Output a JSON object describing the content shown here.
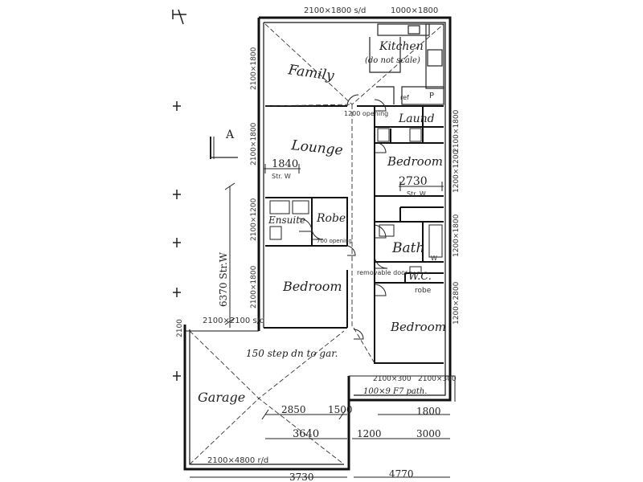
{
  "rooms": {
    "family": "Family",
    "kitchen": "Kitchen",
    "kitchen_note": "(do not scale)",
    "lounge": "Lounge",
    "laundry": "Laund",
    "bedroom_right_top": "Bedroom",
    "ensuite": "Ensuite",
    "robe": "Robe",
    "bath": "Bath",
    "wc": "W.C.",
    "bedroom_left": "Bedroom",
    "bedroom_right_bottom": "Bedroom",
    "garage": "Garage",
    "section_marker": "A"
  },
  "annotations": {
    "win_top_family": "2100×1800 s/d",
    "win_top_kitchen": "1000×1800",
    "opening_1200": "1200 opening",
    "dim_1840": "1840",
    "str_w_1": "Str. W",
    "dim_2730": "2730",
    "str_w_2": "Str. W",
    "opening_700": "700 opening",
    "removable_door": "removable door",
    "robe_small": "robe",
    "step_down": "150 step dn to gar.",
    "garage_door_top": "2100×2100 s/d",
    "garage_door_bottom": "2100×4800 r/d",
    "paths": "100×9 F7 path.",
    "dim_6370": "6370 Str.W",
    "dim_2850": "2850",
    "dim_1500": "1500",
    "dim_3640": "3640",
    "dim_1200": "1200",
    "dim_1800": "1800",
    "dim_3000": "3000",
    "dim_3730": "3730",
    "dim_4770": "4770",
    "win_left_1": "2100×1800",
    "win_left_2": "2100×1800",
    "win_left_3": "2100×1200",
    "win_left_4": "2100×1800",
    "win_right_1": "2100×1800",
    "win_right_2": "1200×1200",
    "win_right_3": "1200×1800",
    "win_right_4": "1200×2800",
    "win_bottom_1": "2100×300",
    "win_bottom_2": "2100×300",
    "win_garage_side": "2100",
    "pantry": "P",
    "ref": "ref",
    "w_label": "W"
  }
}
